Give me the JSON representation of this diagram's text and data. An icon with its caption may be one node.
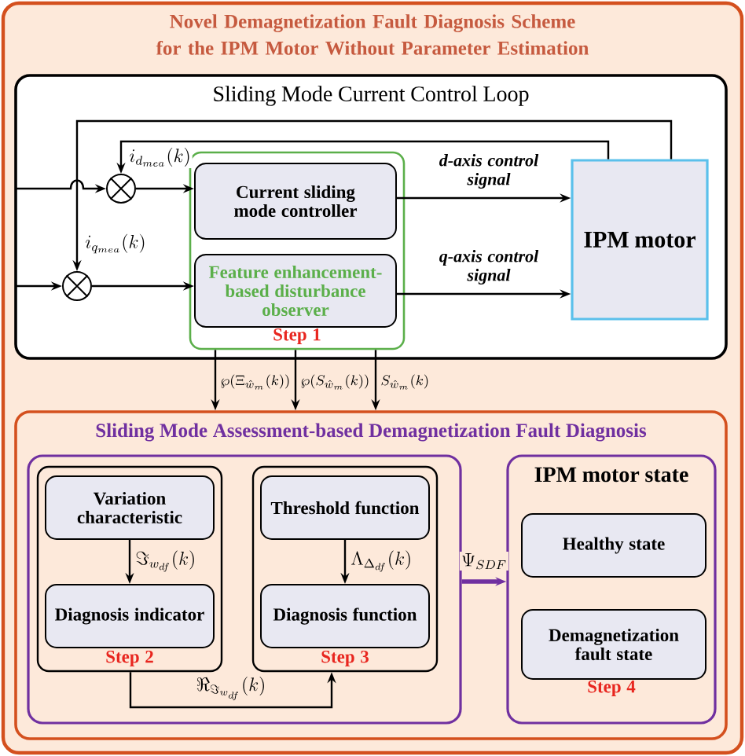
{
  "diagram": {
    "title": "Novel Demagnetization Fault Diagnosis Scheme for the IPM Motor Without Parameter Estimation",
    "nodes": [
      {
        "text": [
          "Sliding Mode Current Control Loop"
        ]
      },
      {
        "text": [
          "Step 1"
        ],
        "in": 0
      },
      {
        "text": [
          "Current sliding mode controller"
        ],
        "in": 1
      },
      {
        "text": [
          "Feature enhancement-based disturbance observer"
        ],
        "in": 1
      },
      {
        "text": [
          "IPM motor"
        ],
        "in": 0
      },
      {
        "text": [],
        "shape": "circle",
        "in": 0
      },
      {
        "text": [],
        "shape": "circle",
        "in": 0
      },
      {
        "text": [
          "Sliding Mode Assessment-based Demagnetization Fault Diagnosis"
        ]
      },
      {
        "text": [],
        "shape": "box",
        "in": 7
      },
      {
        "text": [
          "Step 2"
        ],
        "in": 8
      },
      {
        "text": [
          "Variation characteristic"
        ],
        "in": 9
      },
      {
        "text": [
          "Diagnosis indicator"
        ],
        "in": 9
      },
      {
        "text": [
          "Step 3"
        ],
        "in": 8
      },
      {
        "text": [
          "Threshold function"
        ],
        "in": 12
      },
      {
        "text": [
          "Diagnosis function"
        ],
        "in": 12
      },
      {
        "text": [
          "IPM motor state",
          "Step 4"
        ],
        "in": 7
      },
      {
        "text": [
          "Healthy state"
        ],
        "in": 15
      },
      {
        "text": [
          "Demagnetization fault state"
        ],
        "in": 15
      }
    ],
    "edges": [
      {
        "from": null,
        "to": 5,
        "arrow": "to"
      },
      {
        "from": null,
        "to": 6,
        "arrow": "to"
      },
      {
        "from": 5,
        "to": 2,
        "arrow": "to"
      },
      {
        "from": 6,
        "to": 3,
        "arrow": "to"
      },
      {
        "from": 2,
        "to": 4,
        "arrow": "to",
        "label": "d-axis control signal"
      },
      {
        "from": 3,
        "to": 4,
        "arrow": "to",
        "label": "q-axis control signal"
      },
      {
        "from": 4,
        "to": 5,
        "arrow": "to",
        "label": "i_{d_{mea}}(k)"
      },
      {
        "from": 4,
        "to": 6,
        "arrow": "to",
        "label": "i_{q_{mea}}(k)"
      },
      {
        "from": 1,
        "to": 7,
        "arrow": "to",
        "label": "\\wp(\\Xi_{\\hat{w}_m}(k))"
      },
      {
        "from": 1,
        "to": 7,
        "arrow": "to",
        "label": "\\wp(S_{\\hat{w}_m}(k))"
      },
      {
        "from": 1,
        "to": 7,
        "arrow": "to",
        "label": "S_{\\hat{w}_m}(k)"
      },
      {
        "from": 10,
        "to": 11,
        "arrow": "to",
        "label": "\\Im_{w_{df}}(k)"
      },
      {
        "from": 13,
        "to": 14,
        "arrow": "to",
        "label": "\\Lambda_{\\Delta_{df}}(k)"
      },
      {
        "from": 9,
        "to": 12,
        "arrow": "to",
        "label": "\\Re_{\\Im_{w_{df}}}(k)"
      },
      {
        "from": 8,
        "to": 15,
        "arrow": "to",
        "label": "\\Psi_{SDF}",
        "color": "#7030a0",
        "style": "thick"
      }
    ]
  }
}
